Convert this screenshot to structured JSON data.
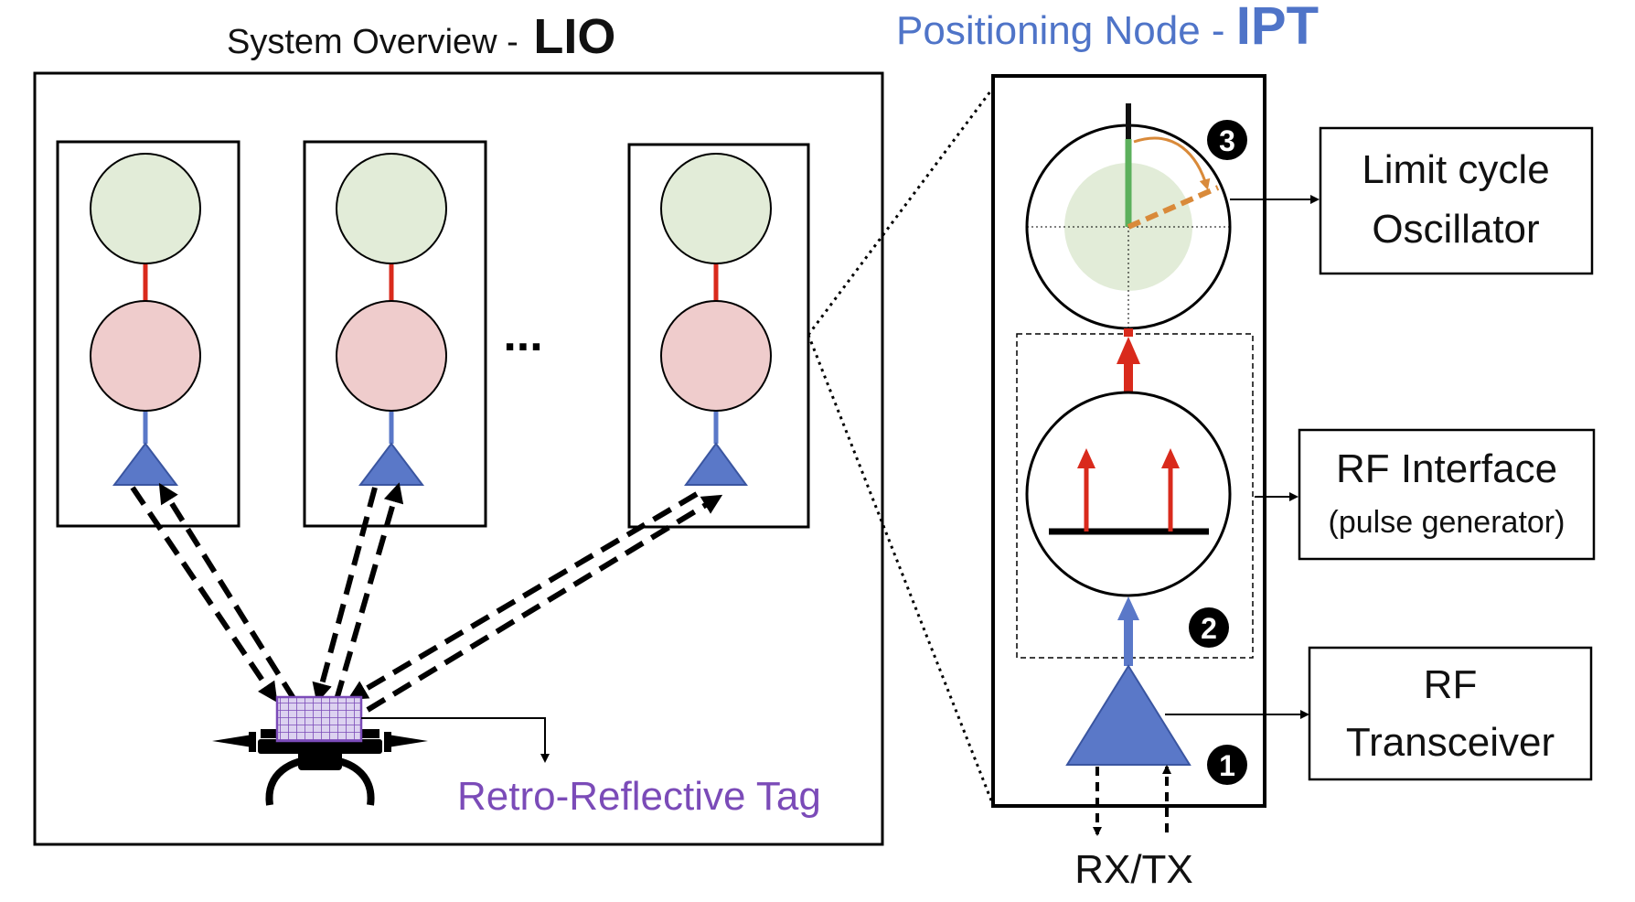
{
  "system_title": {
    "prefix": "System Overview - ",
    "name": "LIO"
  },
  "node_title": {
    "prefix": "Positioning Node - ",
    "name": "IPT"
  },
  "ellipsis": "...",
  "tag_label": "Retro-Reflective Tag",
  "components": {
    "oscillator": {
      "line1": "Limit cycle",
      "line2": "Oscillator"
    },
    "rf_interface": {
      "line1": "RF Interface",
      "line2": "(pulse generator)"
    },
    "rf_transceiver": {
      "line1": "RF",
      "line2": "Transceiver"
    }
  },
  "steps": {
    "one": "1",
    "two": "2",
    "three": "3"
  },
  "io_label": "RX/TX",
  "colors": {
    "node_blue": "#5a78c8",
    "title_blue": "#4f74c8",
    "green_circle": "#e2ecd8",
    "pink_circle": "#efcccc",
    "connector_red": "#d92a1c",
    "oscillator_green": "#5cb05c",
    "phase_orange": "#d98a3a",
    "tag_purple": "#7b4bb8",
    "tag_fill": "#dcd2f0"
  }
}
